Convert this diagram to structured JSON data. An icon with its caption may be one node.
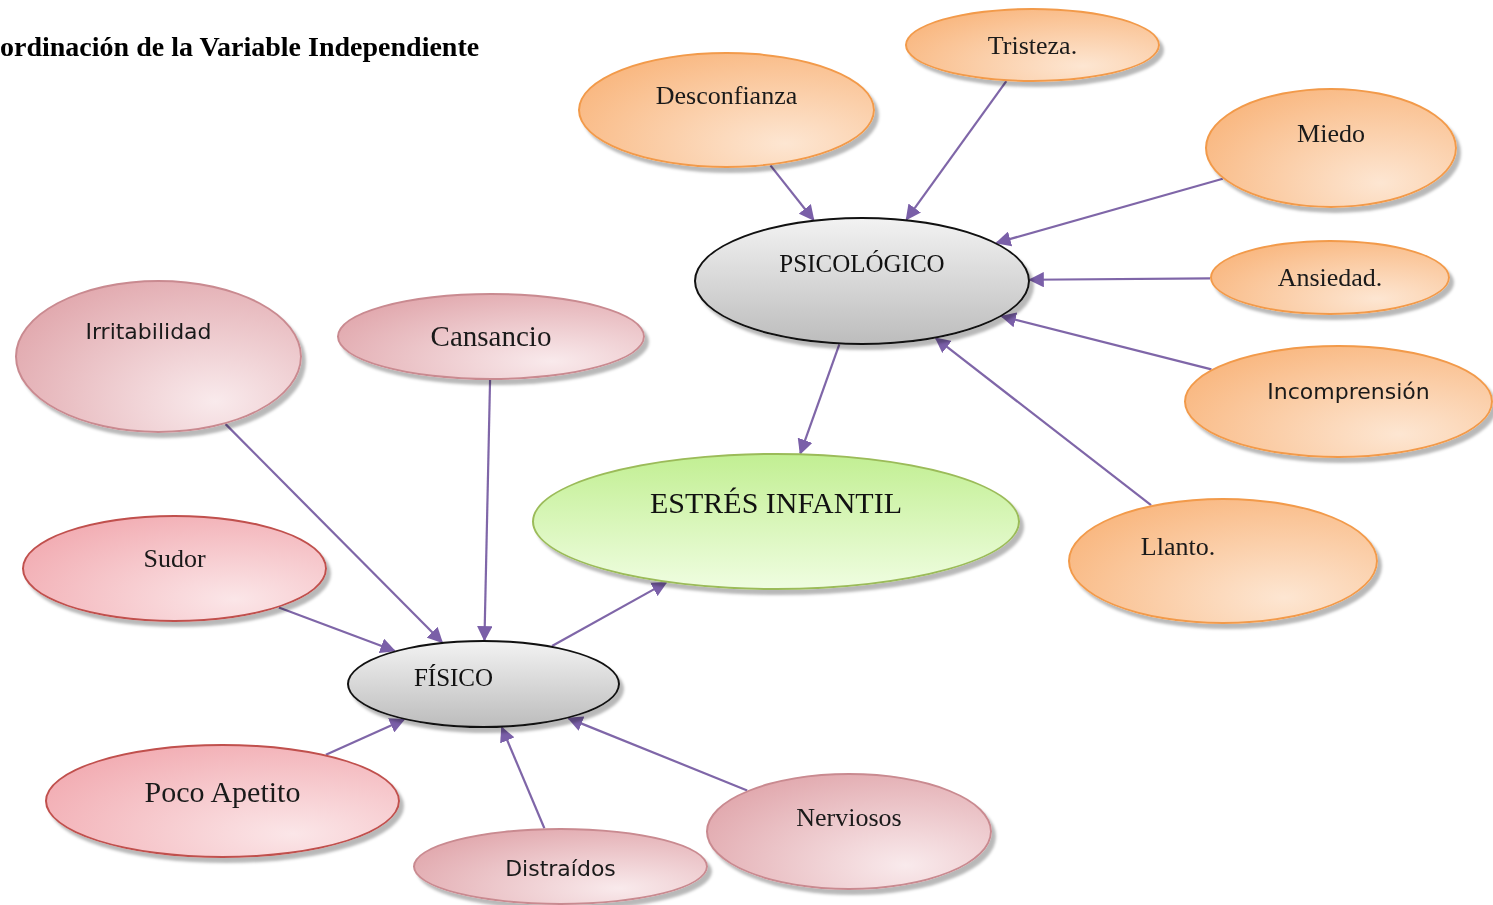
{
  "diagram": {
    "title": "ordinación de la Variable Independiente",
    "nodes": [
      {
        "text": [
          "Tristeza."
        ]
      },
      {
        "text": [
          "Desconfianza"
        ]
      },
      {
        "text": [
          "Miedo"
        ]
      },
      {
        "text": [
          "PSICOLÓGICO"
        ]
      },
      {
        "text": [
          "Ansiedad."
        ]
      },
      {
        "text": [
          "Irritabilidad"
        ]
      },
      {
        "text": [
          "Cansancio"
        ]
      },
      {
        "text": [
          "Incomprensión"
        ]
      },
      {
        "text": [
          "ESTRÉS INFANTIL"
        ]
      },
      {
        "text": [
          "Llanto."
        ]
      },
      {
        "text": [
          "Sudor"
        ]
      },
      {
        "text": [
          "FÍSICO"
        ]
      },
      {
        "text": [
          "Poco Apetito"
        ]
      },
      {
        "text": [
          "Nerviosos"
        ]
      },
      {
        "text": [
          "Distraídos"
        ]
      }
    ],
    "edges": [
      {
        "from": 1,
        "to": 3,
        "arrow": "to"
      },
      {
        "from": 0,
        "to": 3,
        "arrow": "to"
      },
      {
        "from": 2,
        "to": 3,
        "arrow": "to"
      },
      {
        "from": 4,
        "to": 3,
        "arrow": "to"
      },
      {
        "from": 7,
        "to": 3,
        "arrow": "to"
      },
      {
        "from": 9,
        "to": 3,
        "arrow": "to"
      },
      {
        "from": 3,
        "to": 8,
        "arrow": "to"
      },
      {
        "from": 11,
        "to": 8,
        "arrow": "to"
      },
      {
        "from": 5,
        "to": 11,
        "arrow": "to"
      },
      {
        "from": 6,
        "to": 11,
        "arrow": "to"
      },
      {
        "from": 10,
        "to": 11,
        "arrow": "to"
      },
      {
        "from": 12,
        "to": 11,
        "arrow": "to"
      },
      {
        "from": 14,
        "to": 11,
        "arrow": "to"
      },
      {
        "from": 13,
        "to": 11,
        "arrow": "to"
      }
    ]
  }
}
